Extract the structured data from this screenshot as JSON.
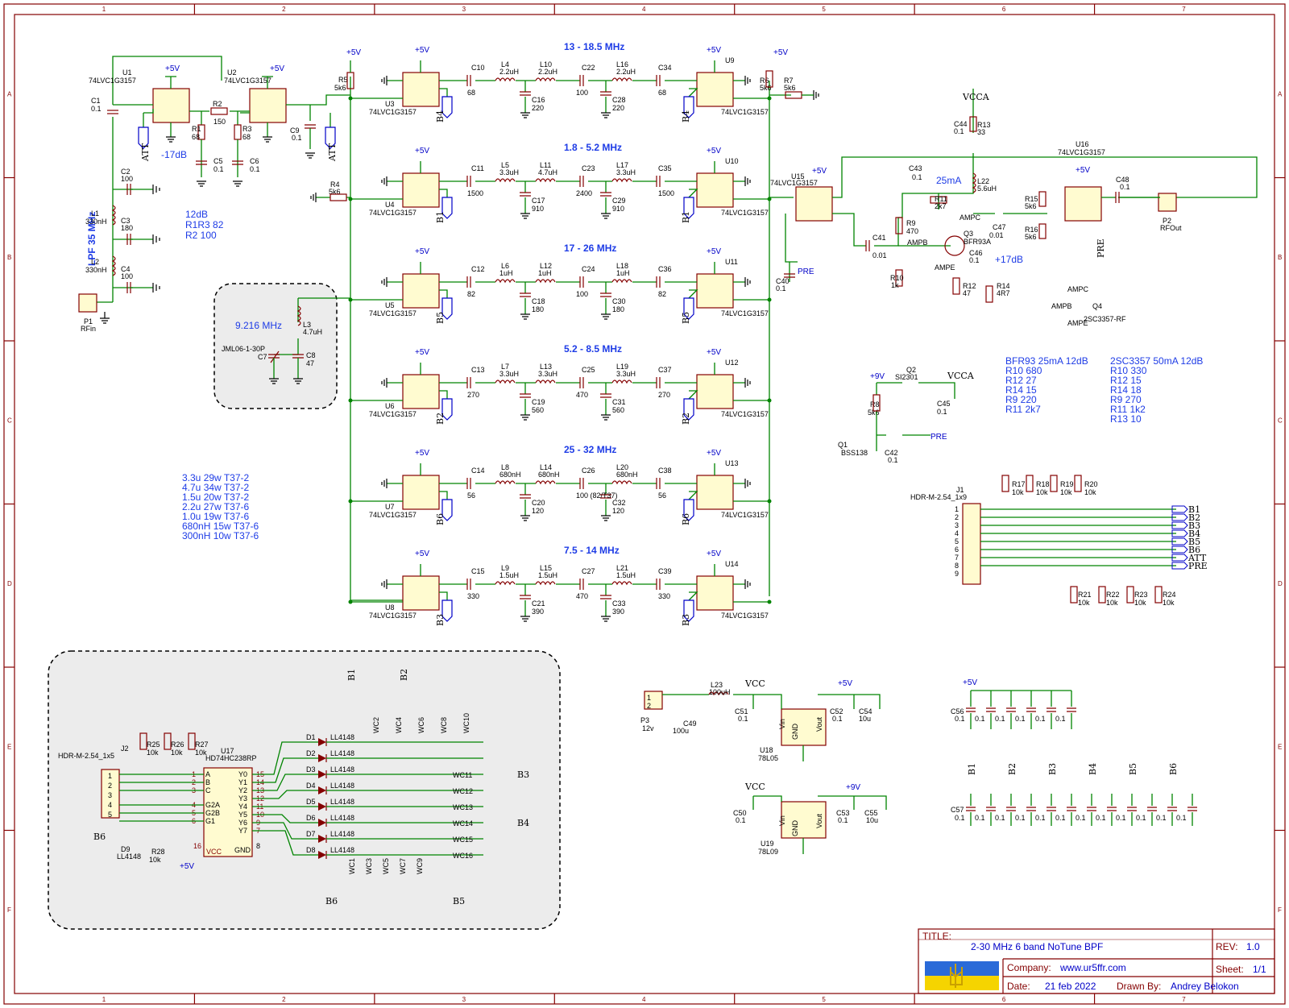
{
  "frame": {
    "columns": [
      "1",
      "2",
      "3",
      "4",
      "5",
      "6",
      "7"
    ],
    "rows": [
      "A",
      "B",
      "C",
      "D",
      "E",
      "F"
    ]
  },
  "title_block": {
    "title_label": "TITLE:",
    "title": "2-30 MHz 6 band NoTune BPF",
    "rev_label": "REV:",
    "rev": "1.0",
    "company_label": "Company:",
    "company": "www.ur5ffr.com",
    "sheet_label": "Sheet:",
    "sheet": "1/1",
    "date_label": "Date:",
    "date": "21 feb 2022",
    "drawn_label": "Drawn By:",
    "drawn_by": "Andrey Belokon"
  },
  "bands": [
    "13 - 18.5 MHz",
    "1.8 - 5.2 MHz",
    "17 - 26 MHz",
    "5.2 - 8.5 MHz",
    "25 - 32 MHz",
    "7.5 - 14 MHz"
  ],
  "band_nets": [
    "B4",
    "B1",
    "B5",
    "B2",
    "B6",
    "B3"
  ],
  "band_rows": [
    {
      "u_in": "U3",
      "u_out": "U9",
      "cin": "C10",
      "cin_v": "68",
      "l1": "L4",
      "l1_v": "2.2uH",
      "l2": "L10",
      "l2_v": "2.2uH",
      "cm1": "C16",
      "cm1_v": "220",
      "cc": "C22",
      "cc_v": "100",
      "cm2": "C28",
      "cm2_v": "220",
      "l3": "L16",
      "l3_v": "2.2uH",
      "cout": "C34",
      "cout_v": "68"
    },
    {
      "u_in": "U4",
      "u_out": "U10",
      "cin": "C11",
      "cin_v": "1500",
      "l1": "L5",
      "l1_v": "3.3uH",
      "l2": "L11",
      "l2_v": "4.7uH",
      "cm1": "C17",
      "cm1_v": "910",
      "cc": "C23",
      "cc_v": "2400",
      "cm2": "C29",
      "cm2_v": "910",
      "l3": "L17",
      "l3_v": "3.3uH",
      "cout": "C35",
      "cout_v": "1500"
    },
    {
      "u_in": "U5",
      "u_out": "U11",
      "cin": "C12",
      "cin_v": "82",
      "l1": "L6",
      "l1_v": "1uH",
      "l2": "L12",
      "l2_v": "1uH",
      "cm1": "C18",
      "cm1_v": "180",
      "cc": "C24",
      "cc_v": "100",
      "cm2": "C30",
      "cm2_v": "180",
      "l3": "L18",
      "l3_v": "1uH",
      "cout": "C36",
      "cout_v": "82"
    },
    {
      "u_in": "U6",
      "u_out": "U12",
      "cin": "C13",
      "cin_v": "270",
      "l1": "L7",
      "l1_v": "3.3uH",
      "l2": "L13",
      "l2_v": "3.3uH",
      "cm1": "C19",
      "cm1_v": "560",
      "cc": "C25",
      "cc_v": "470",
      "cm2": "C31",
      "cm2_v": "560",
      "l3": "L19",
      "l3_v": "3.3uH",
      "cout": "C37",
      "cout_v": "270"
    },
    {
      "u_in": "U7",
      "u_out": "U13",
      "cin": "C14",
      "cin_v": "56",
      "l1": "L8",
      "l1_v": "680nH",
      "l2": "L14",
      "l2_v": "680nH",
      "cm1": "C20",
      "cm1_v": "120",
      "cc": "C26",
      "cc_v": "100 (82/T37)",
      "cm2": "C32",
      "cm2_v": "120",
      "l3": "L20",
      "l3_v": "680nH",
      "cout": "C38",
      "cout_v": "56"
    },
    {
      "u_in": "U8",
      "u_out": "U14",
      "cin": "C15",
      "cin_v": "330",
      "l1": "L9",
      "l1_v": "1.5uH",
      "l2": "L15",
      "l2_v": "1.5uH",
      "cm1": "C21",
      "cm1_v": "390",
      "cc": "C27",
      "cc_v": "470",
      "cm2": "C33",
      "cm2_v": "390",
      "l3": "L21",
      "l3_v": "1.5uH",
      "cout": "C39",
      "cout_v": "330"
    }
  ],
  "switch_part": "74LVC1G3157",
  "supply_5v": "+5V",
  "supply_9v": "+9V",
  "vcc": "VCC",
  "vcca": "VCCA",
  "notes": {
    "lpf": "LPF 35 MHz",
    "att": "-17dB",
    "att_table": [
      "12dB",
      "R1R3  82",
      "R2     100"
    ],
    "xtal_freq": "9.216 MHz",
    "xtal_part": "JML06-1-30P",
    "amp_current": "25mA",
    "amp_gain": "+17dB",
    "coils": [
      "3.3u 29w T37-2",
      "4.7u 34w T37-2",
      "1.5u 20w T37-2",
      "2.2u 27w T37-6",
      "1.0u 19w T37-6",
      "680nH 15w T37-6",
      "300nH 10w T37-6"
    ],
    "bfr93": [
      "BFR93 25mA 12dB",
      "R10  680",
      "R12  27",
      "R14  15",
      "R9    220",
      "R11  2k7"
    ],
    "sc3357": [
      "2SC3357 50mA 12dB",
      "R10  330",
      "R12  15",
      "R14  18",
      "R9    270",
      "R11  1k2",
      "R13  10"
    ]
  },
  "parts": {
    "u1": "U1",
    "u2": "U2",
    "u15": "U15",
    "u16": "U16",
    "u17": "U17",
    "u17_part": "HD74HC238RP",
    "u18": "U18",
    "u18_part": "78L05",
    "u19": "U19",
    "u19_part": "78L09",
    "q1": "Q1",
    "q1_part": "BSS138",
    "q2": "Q2",
    "q2_part": "SI2301",
    "q3": "Q3",
    "q3_part": "BFR93A",
    "q4": "Q4",
    "q4_part": "2SC3357-RF",
    "j1": "J1",
    "j1_part": "HDR-M-2.54_1x9",
    "j2": "J2",
    "j2_part": "HDR-M-2.54_1x5",
    "p1": "P1",
    "p1_name": "RFin",
    "p2": "P2",
    "p2_name": "RFOut",
    "p3": "P3",
    "p3_name": "12v",
    "c1": "C1",
    "c1_v": "0.1",
    "c2": "C2",
    "c2_v": "100",
    "c3": "C3",
    "c3_v": "180",
    "c4": "C4",
    "c4_v": "100",
    "l1": "L1",
    "l1_v": "330nH",
    "l2": "L2",
    "l2_v": "330nH",
    "r1": "R1",
    "r1_v": "68",
    "r2": "R2",
    "r2_v": "150",
    "r3": "R3",
    "r3_v": "68",
    "c5": "C5",
    "c5_v": "0.1",
    "c6": "C6",
    "c6_v": "0.1",
    "c9": "C9",
    "c9_v": "0.1",
    "r4": "R4",
    "r4_v": "5k6",
    "r5": "R5",
    "r5_v": "5k6",
    "r6": "R6",
    "r6_v": "5k6",
    "r7": "R7",
    "r7_v": "5k6",
    "l3": "L3",
    "l3_v": "4.7uH",
    "c7": "C7",
    "c8": "C8",
    "c8_v": "47",
    "c40": "C40",
    "c40_v": "0.1",
    "c41": "C41",
    "c41_v": "0.01",
    "c42": "C42",
    "c42_v": "0.1",
    "c43": "C43",
    "c43_v": "0.1",
    "c44": "C44",
    "c44_v": "0.1",
    "c45": "C45",
    "c45_v": "0.1",
    "c46": "C46",
    "c46_v": "0.1",
    "c47": "C47",
    "c47_v": "0.01",
    "c48": "C48",
    "c48_v": "0.1",
    "r8": "R8",
    "r8_v": "5k6",
    "r9": "R9",
    "r9_v": "470",
    "r10": "R10",
    "r10_v": "1k",
    "r11": "R11",
    "r11_v": "2k7",
    "r12": "R12",
    "r12_v": "47",
    "r13": "R13",
    "r13_v": "33",
    "r14": "R14",
    "r14_v": "4R7",
    "r15": "R15",
    "r15_v": "5k6",
    "r16": "R16",
    "r16_v": "5k6",
    "l22": "L22",
    "l22_v": "5.6uH",
    "l23": "L23",
    "l23_v": "100uH",
    "r17": "R17",
    "r18": "R18",
    "r19": "R19",
    "r20": "R20",
    "r21": "R21",
    "r22": "R22",
    "r23": "R23",
    "r24": "R24",
    "r25": "R25",
    "r26": "R26",
    "r27": "R27",
    "r28": "R28",
    "r_10k": "10k",
    "c49": "C49",
    "c49_v": "100u",
    "c50": "C50",
    "c50_v": "0.1",
    "c51": "C51",
    "c51_v": "0.1",
    "c52": "C52",
    "c52_v": "0.1",
    "c53": "C53",
    "c53_v": "0.1",
    "c54": "C54",
    "c54_v": "10u",
    "c55": "C55",
    "c55_v": "10u",
    "c56": "C56",
    "c57": "C57",
    "c_01": "0.1",
    "d9": "D9",
    "diode_part": "LL4148",
    "net_ampc": "AMPC",
    "net_ampb": "AMPB",
    "net_ampe": "AMPE",
    "net_att": "ATT",
    "net_pre": "PRE"
  },
  "j1_pins": [
    "1",
    "2",
    "3",
    "4",
    "5",
    "6",
    "7",
    "8",
    "9"
  ],
  "j1_nets": [
    "B1",
    "B2",
    "B3",
    "B4",
    "B5",
    "B6",
    "ATT",
    "PRE"
  ],
  "j2_pins": [
    "1",
    "2",
    "3",
    "4",
    "5"
  ],
  "u17_in": [
    "A",
    "B",
    "C",
    "G2A",
    "G2B",
    "G1"
  ],
  "u17_in_pins": [
    "1",
    "2",
    "3",
    "4",
    "5",
    "6"
  ],
  "u17_out": [
    "Y0",
    "Y1",
    "Y2",
    "Y3",
    "Y4",
    "Y5",
    "Y6",
    "Y7"
  ],
  "u17_out_pins": [
    "15",
    "14",
    "13",
    "12",
    "11",
    "10",
    "9",
    "7"
  ],
  "u17_vcc": "VCC",
  "u17_gnd": "GND",
  "u17_vcc_pin": "16",
  "u17_gnd_pin": "8",
  "diodes": [
    "D1",
    "D2",
    "D3",
    "D4",
    "D5",
    "D6",
    "D7",
    "D8"
  ],
  "wc_labels": [
    "WC11",
    "WC12",
    "WC13",
    "WC14",
    "WC15",
    "WC16"
  ],
  "wc_top": [
    "WC2",
    "WC4",
    "WC6",
    "WC8",
    "WC10"
  ],
  "wc_bot": [
    "WC1",
    "WC3",
    "WC5",
    "WC7",
    "WC9"
  ],
  "reg_pins": {
    "vin": "Vin",
    "vout": "Vout",
    "gnd": "GND"
  },
  "dec_nets": [
    "B1",
    "B2",
    "B3",
    "B4",
    "B5",
    "B6"
  ]
}
